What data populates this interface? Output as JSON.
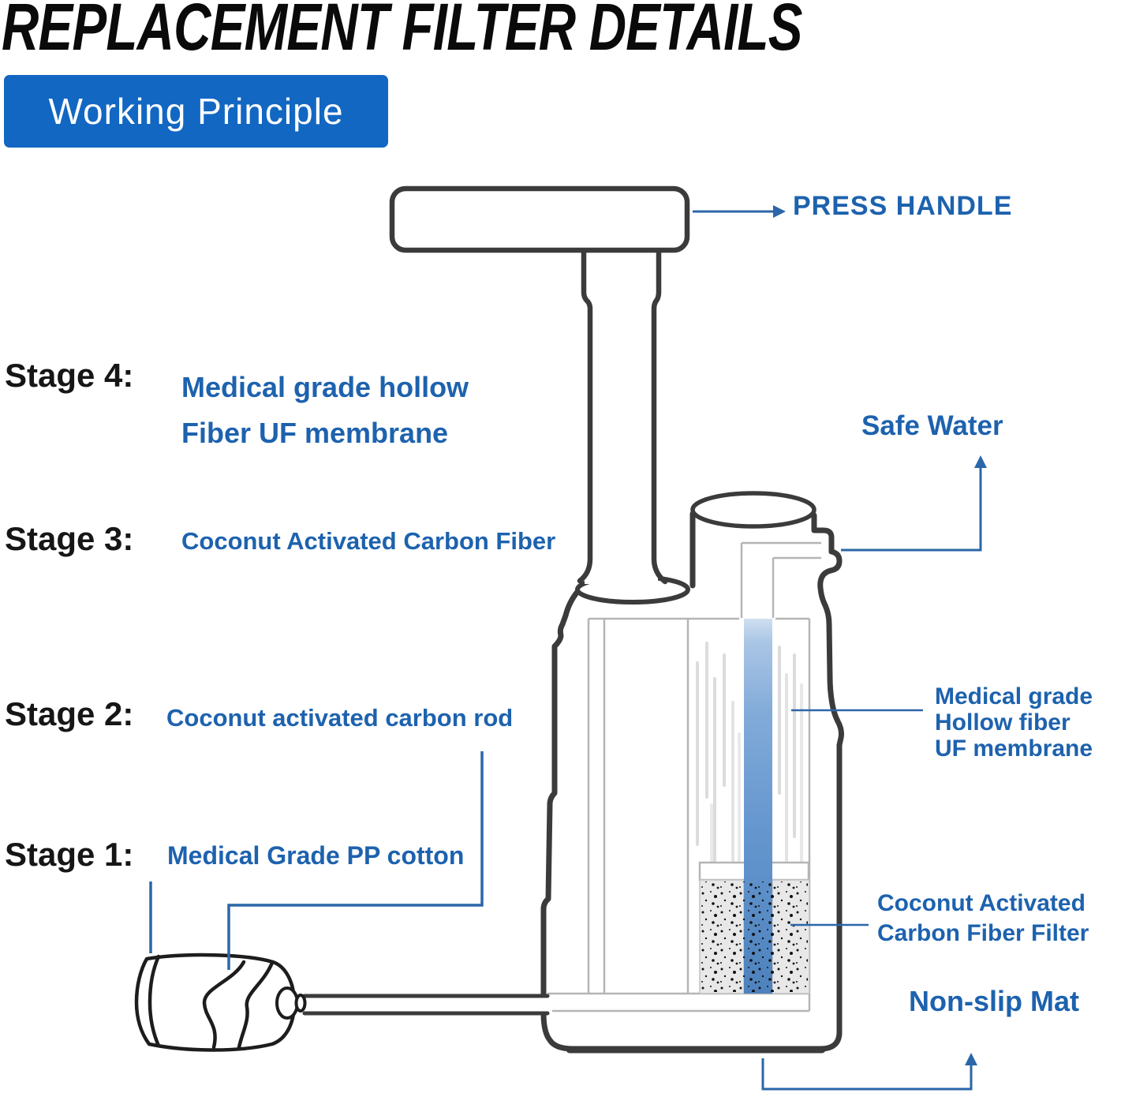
{
  "title": "REPLACEMENT FILTER DETAILS",
  "badge": {
    "label": "Working Principle"
  },
  "stages": [
    {
      "name": "Stage 4:",
      "lines": [
        "Medical grade hollow",
        "Fiber UF membrane"
      ]
    },
    {
      "name": "Stage 3:",
      "lines": [
        "Coconut Activated Carbon Fiber"
      ]
    },
    {
      "name": "Stage 2:",
      "lines": [
        "Coconut activated carbon rod"
      ]
    },
    {
      "name": "Stage 1:",
      "lines": [
        "Medical Grade PP cotton"
      ]
    }
  ],
  "callouts": {
    "press_handle": "PRESS HANDLE",
    "safe_water": "Safe Water",
    "uf_membrane": [
      "Medical grade",
      "Hollow fiber",
      "UF membrane"
    ],
    "carbon_filter": [
      "Coconut Activated",
      "Carbon Fiber Filter"
    ],
    "non_slip_mat": "Non-slip Mat"
  },
  "colors": {
    "badge_background": "#1267c2",
    "badge_text": "#ffffff",
    "label_blue": "#1d62ae",
    "leader_blue": "#2b66a8",
    "outline_dark": "#3b3b3b",
    "water_blue": "#6697cf",
    "title_black": "#0a0a0a"
  }
}
